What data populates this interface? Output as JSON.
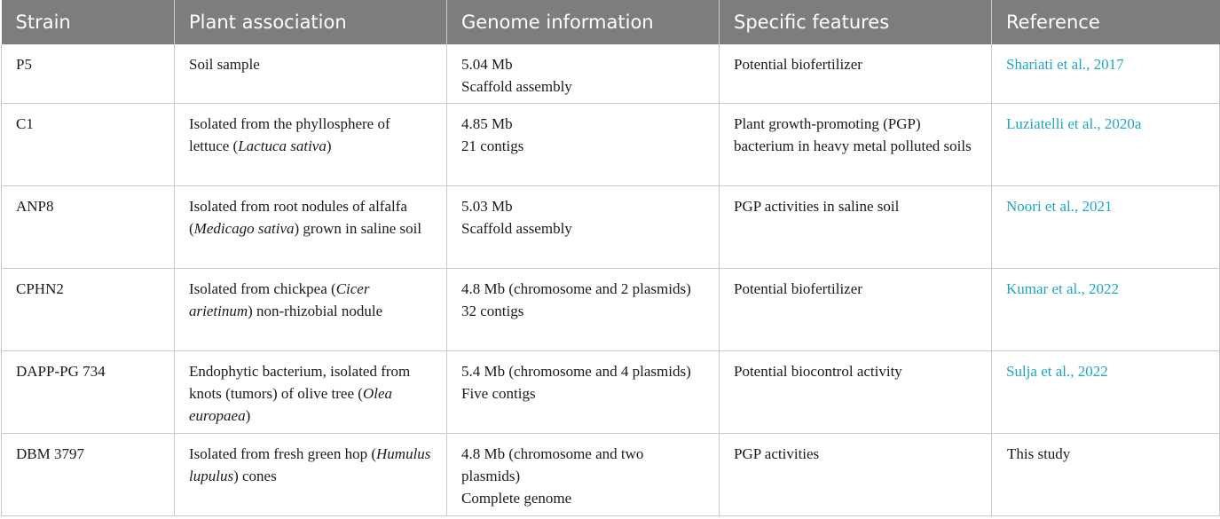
{
  "table": {
    "headers": [
      "Strain",
      "Plant association",
      "Genome information",
      "Specific features",
      "Reference"
    ],
    "rows": [
      {
        "strain": "P5",
        "plant": {
          "pre": "Soil sample",
          "ital": "",
          "post": ""
        },
        "genome": [
          "5.04 Mb",
          "Scaffold assembly"
        ],
        "features": "Potential biofertilizer",
        "reference": {
          "text": "Shariati et al., 2017",
          "is_link": true
        }
      },
      {
        "strain": "C1",
        "plant": {
          "pre": "Isolated from the phyllosphere of lettuce (",
          "ital": "Lactuca sativa",
          "post": ")"
        },
        "genome": [
          "4.85 Mb",
          "21 contigs"
        ],
        "features": "Plant growth-promoting (PGP) bacterium in heavy metal polluted soils",
        "reference": {
          "text": "Luziatelli et al., 2020a",
          "is_link": true
        }
      },
      {
        "strain": "ANP8",
        "plant": {
          "pre": "Isolated from root nodules of alfalfa (",
          "ital": "Medicago sativa",
          "post": ") grown in saline soil"
        },
        "genome": [
          "5.03 Mb",
          "Scaffold assembly"
        ],
        "features": "PGP activities in saline soil",
        "reference": {
          "text": "Noori et al., 2021",
          "is_link": true
        }
      },
      {
        "strain": "CPHN2",
        "plant": {
          "pre": "Isolated from chickpea (",
          "ital": "Cicer arietinum",
          "post": ") non-rhizobial nodule"
        },
        "genome": [
          "4.8 Mb (chromosome and 2 plasmids)",
          "32 contigs"
        ],
        "features": "Potential biofertilizer",
        "reference": {
          "text": "Kumar et al., 2022",
          "is_link": true
        }
      },
      {
        "strain": "DAPP-PG 734",
        "plant": {
          "pre": "Endophytic bacterium, isolated from knots (tumors) of olive tree (",
          "ital": "Olea europaea",
          "post": ")"
        },
        "genome": [
          "5.4 Mb (chromosome and 4 plasmids)",
          "Five contigs"
        ],
        "features": "Potential biocontrol activity",
        "reference": {
          "text": "Sulja et al., 2022",
          "is_link": true
        }
      },
      {
        "strain": "DBM 3797",
        "plant": {
          "pre": "Isolated from fresh green hop (",
          "ital": "Humulus lupulus",
          "post": ") cones"
        },
        "genome": [
          "4.8 Mb (chromosome and two plasmids)",
          "Complete genome"
        ],
        "features": "PGP activities",
        "reference": {
          "text": "This study",
          "is_link": false
        }
      }
    ]
  }
}
